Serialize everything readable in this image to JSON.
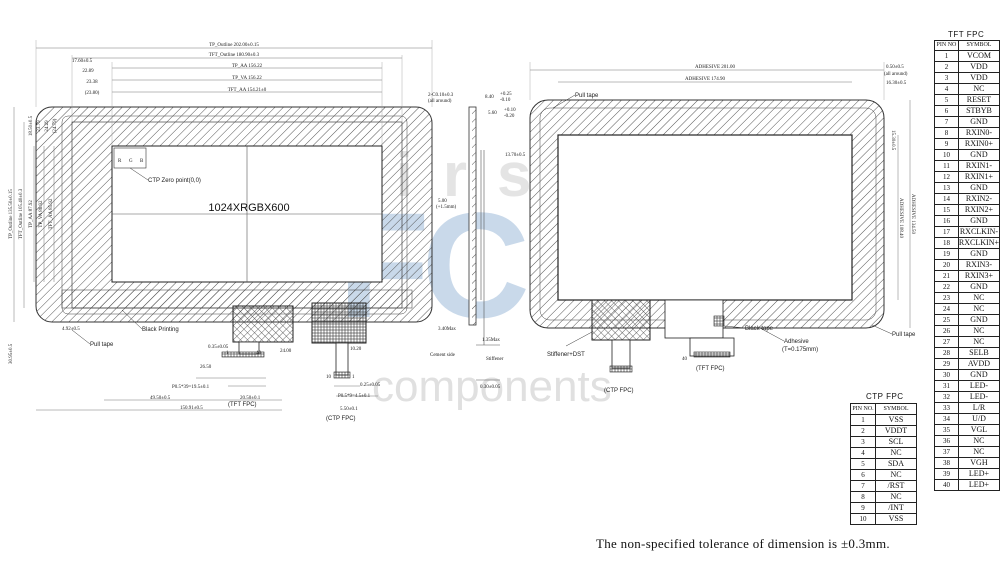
{
  "watermark": {
    "top": "first",
    "logo": "FC",
    "bottom": "components"
  },
  "front_view": {
    "resolution_label": "1024XRGBX600",
    "ctp_zero_point": "CTP Zero point(0,0)",
    "black_printing": "Black Printing",
    "pull_tape": "Pull tape",
    "tft_fpc_label": "(TFT FPC)",
    "ctp_fpc_label": "(CTP FPC)",
    "top_dims": [
      "TP_Outline 202.00±0.15",
      "TFT_Outline 180.90±0.3",
      "TP_AA 156.22",
      "TP_VA 156.22",
      "TFT_AA 154.21±0"
    ],
    "left_dims": [
      "TP_Outline 135.50±0.15",
      "TFT_Outline 105.40±0.3",
      "TP_AA 87.92",
      "TP_VA 86.92",
      "TFT_AA 85.92"
    ],
    "small_dims": [
      "17.60±0.5",
      "22.89",
      "23.38",
      "(23.80)",
      "18.50±0.5",
      "23.79",
      "24.29",
      "(24.79)"
    ],
    "bottom_dims": [
      "0.35±0.05",
      "P0.5*39=19.5±0.1",
      "20.50±0.1",
      "0.25±0.05",
      "P0.5*9=4.5±0.1",
      "5.50±0.1",
      "49.50±0.5",
      "150.91±0.5",
      "24.00",
      "26.50",
      "10.20",
      "30.95±0.5",
      "4.92±0.5"
    ],
    "pin_marks": [
      "1",
      "40",
      "10",
      "1"
    ]
  },
  "side_view": {
    "dims": [
      "2-C0.10±0.3",
      "(all around)",
      "8.40",
      "+0.25",
      "-0.10",
      "5.60",
      "+0.10",
      "-0.20",
      "5.00",
      "(+1.5mm)",
      "3.40Max",
      "1.35Max",
      "0.30±0.05"
    ],
    "labels": [
      "Cement side",
      "Stiffener"
    ]
  },
  "back_view": {
    "pull_tape_top": "Pull tape",
    "pull_tape_right": "Pull tape",
    "stiffener": "Stiffener+DST",
    "black_tape": "Black tape",
    "adhesive": "Adhesive",
    "adhesive_thickness": "(T=0.175mm)",
    "ctp_fpc_label": "(CTP FPC)",
    "tft_fpc_label": "(TFT FPC)",
    "dims": [
      "ADHESIVE 201.00",
      "ADHESIVE 174.90",
      "0.50±0.5",
      "(all around)",
      "16.30±0.5",
      "13.70±0.5",
      "ADHESIVE 134.50",
      "ADHESIVE 108.40",
      "15.30±0.5",
      "40"
    ]
  },
  "tft_fpc_table": {
    "title": "TFT FPC",
    "headers": [
      "PIN NO",
      "SYMBOL"
    ],
    "rows": [
      [
        "1",
        "VCOM"
      ],
      [
        "2",
        "VDD"
      ],
      [
        "3",
        "VDD"
      ],
      [
        "4",
        "NC"
      ],
      [
        "5",
        "RESET"
      ],
      [
        "6",
        "STBYB"
      ],
      [
        "7",
        "GND"
      ],
      [
        "8",
        "RXIN0-"
      ],
      [
        "9",
        "RXIN0+"
      ],
      [
        "10",
        "GND"
      ],
      [
        "11",
        "RXIN1-"
      ],
      [
        "12",
        "RXIN1+"
      ],
      [
        "13",
        "GND"
      ],
      [
        "14",
        "RXIN2-"
      ],
      [
        "15",
        "RXIN2+"
      ],
      [
        "16",
        "GND"
      ],
      [
        "17",
        "RXCLKIN-"
      ],
      [
        "18",
        "RXCLKIN+"
      ],
      [
        "19",
        "GND"
      ],
      [
        "20",
        "RXIN3-"
      ],
      [
        "21",
        "RXIN3+"
      ],
      [
        "22",
        "GND"
      ],
      [
        "23",
        "NC"
      ],
      [
        "24",
        "NC"
      ],
      [
        "25",
        "GND"
      ],
      [
        "26",
        "NC"
      ],
      [
        "27",
        "NC"
      ],
      [
        "28",
        "SELB"
      ],
      [
        "29",
        "AVDD"
      ],
      [
        "30",
        "GND"
      ],
      [
        "31",
        "LED-"
      ],
      [
        "32",
        "LED-"
      ],
      [
        "33",
        "L/R"
      ],
      [
        "34",
        "U/D"
      ],
      [
        "35",
        "VGL"
      ],
      [
        "36",
        "NC"
      ],
      [
        "37",
        "NC"
      ],
      [
        "38",
        "VGH"
      ],
      [
        "39",
        "LED+"
      ],
      [
        "40",
        "LED+"
      ]
    ]
  },
  "ctp_fpc_table": {
    "title": "CTP FPC",
    "headers": [
      "PIN NO.",
      "SYMBOL"
    ],
    "rows": [
      [
        "1",
        "VSS"
      ],
      [
        "2",
        "VDDT"
      ],
      [
        "3",
        "SCL"
      ],
      [
        "4",
        "NC"
      ],
      [
        "5",
        "SDA"
      ],
      [
        "6",
        "NC"
      ],
      [
        "7",
        "/RST"
      ],
      [
        "8",
        "NC"
      ],
      [
        "9",
        "/INT"
      ],
      [
        "10",
        "VSS"
      ]
    ]
  },
  "tolerance_note": "The non-specified tolerance of dimension is ±0.3mm."
}
